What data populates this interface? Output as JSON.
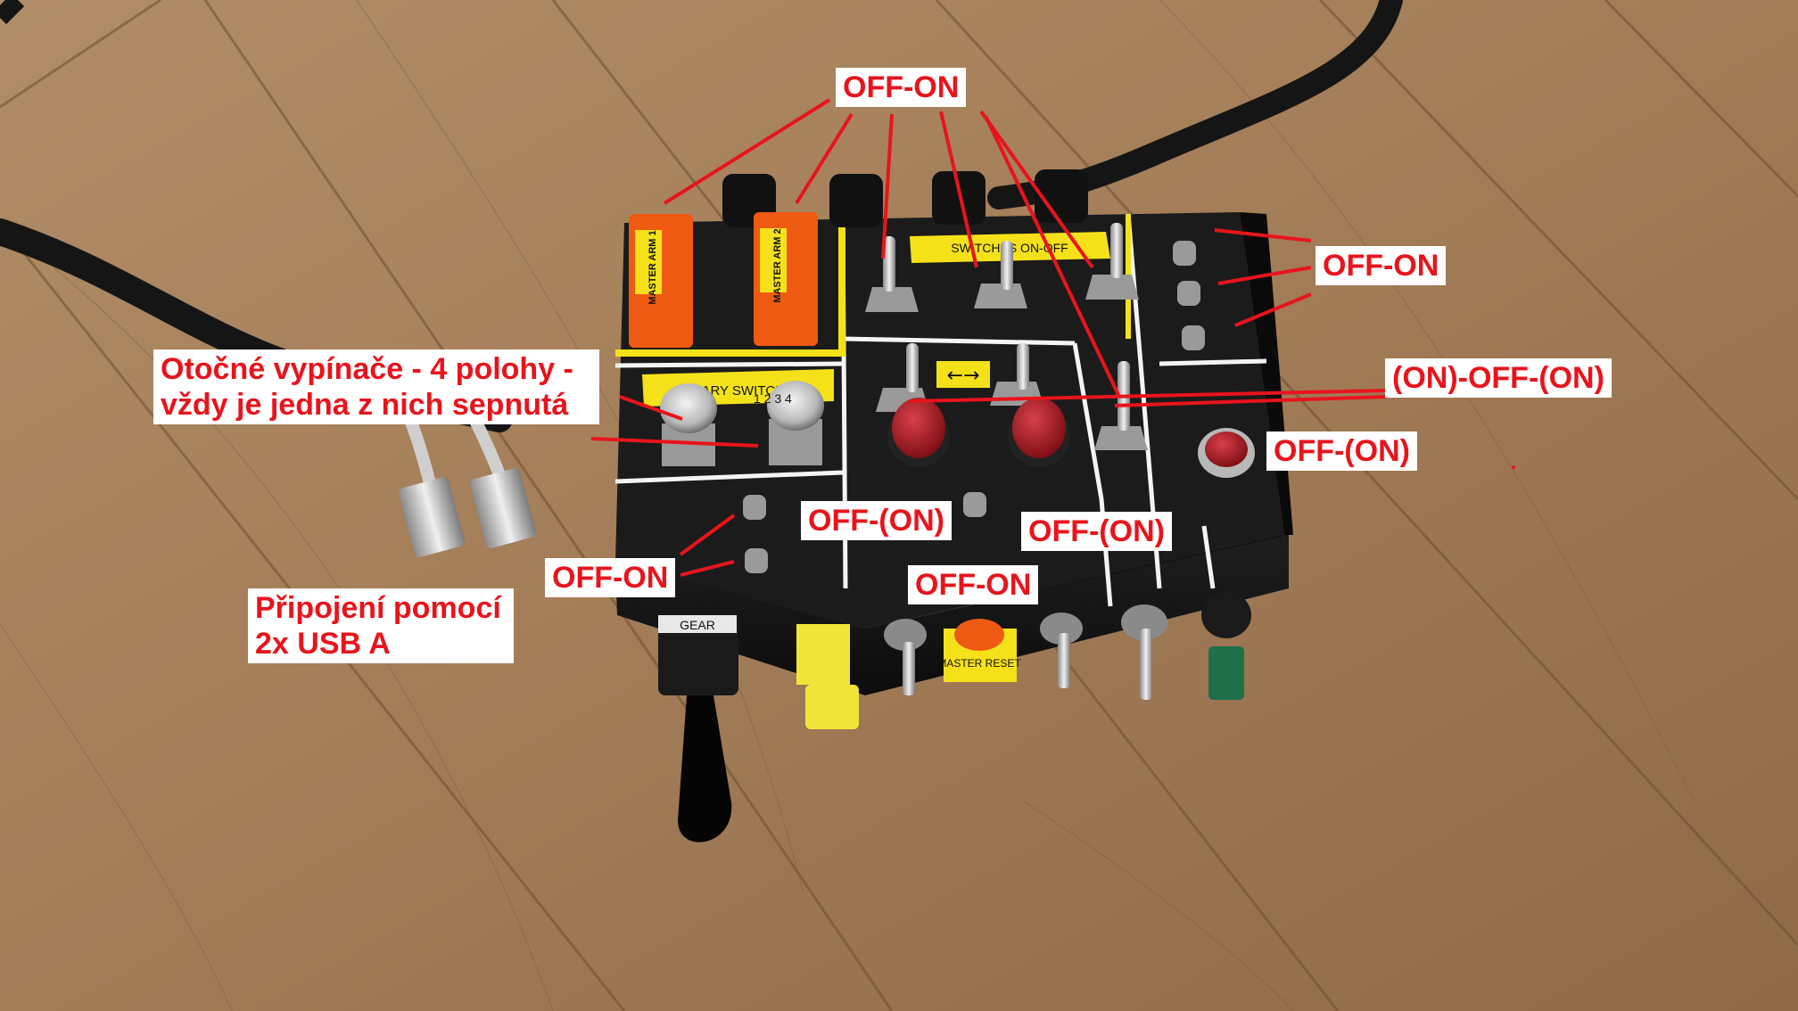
{
  "colors": {
    "annotation": "#e8141c",
    "callout_bg": "#ffffff",
    "floor": "#a8835e",
    "box": "#1b1b1b",
    "panel_line": "#f4f4f4",
    "label_yellow": "#f5e11a",
    "guard_orange": "#ef5a12",
    "button_red": "#a8121b",
    "lever_yellow": "#f2e53a"
  },
  "callouts": {
    "top_off_on": "OFF-ON",
    "right_off_on": "OFF-ON",
    "on_off_on": "(ON)-OFF-(ON)",
    "right_off_momentary": "OFF-(ON)",
    "rotary_line1": "Otočné vypínače - 4 polohy -",
    "rotary_line2": "vždy je jedna z nich sepnutá",
    "left_mid_off_momentary": "OFF-(ON)",
    "center_off_momentary": "OFF-(ON)",
    "left_off_on": "OFF-ON",
    "bottom_off_on": "OFF-ON",
    "usb_line1": "Připojení pomocí",
    "usb_line2": "2x USB A"
  },
  "panel_labels": {
    "master_arm_1": "MASTER ARM 1",
    "master_arm_2": "MASTER ARM 2",
    "switches": "SWITCHES ON-OFF",
    "rotary": "ROTARY SWITCHES",
    "rotary_positions": "1 2 3 4",
    "gear": "GEAR",
    "master_reset": "MASTER RESET",
    "arrows": "←→"
  }
}
